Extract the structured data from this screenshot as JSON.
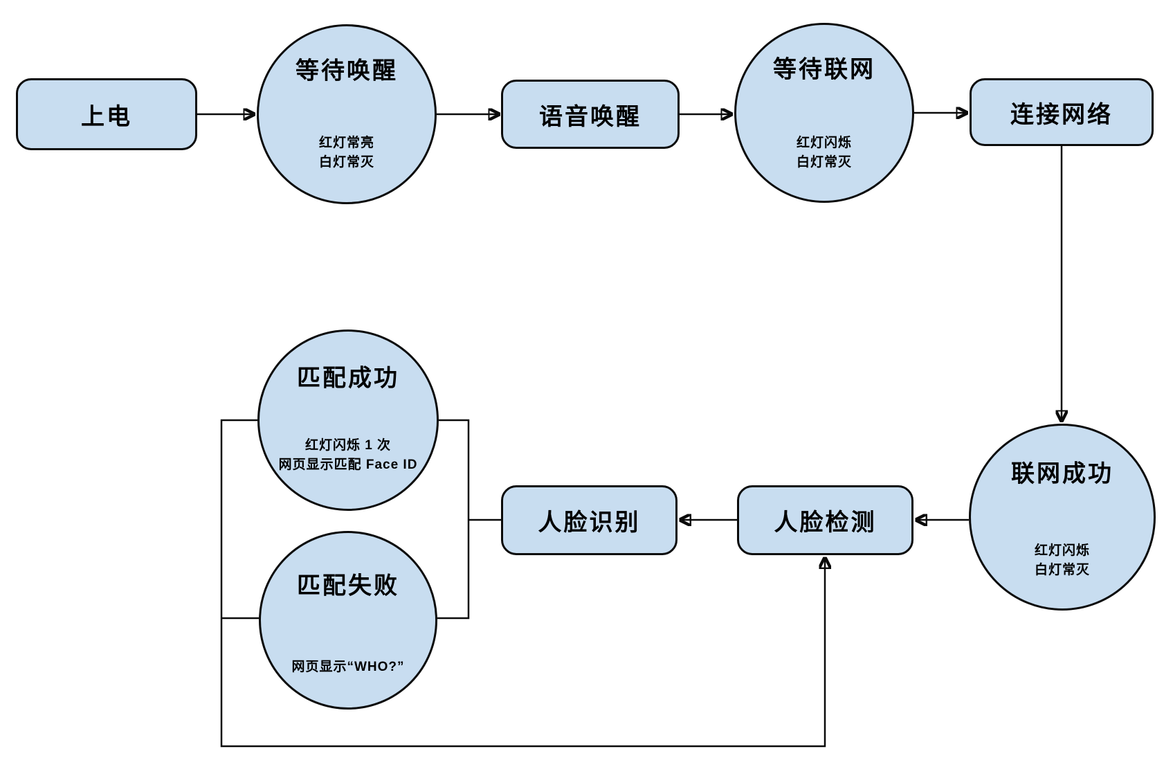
{
  "canvas": {
    "background": "#ffffff",
    "node_fill": "#c8ddf0",
    "node_stroke": "#0a0a0a",
    "connector_color": "#0a0a0a"
  },
  "nodes": {
    "power_on": {
      "shape": "rect",
      "label": "上电"
    },
    "wait_wake": {
      "shape": "ellipse",
      "label": "等待唤醒",
      "note": "红灯常亮\n白灯常灭"
    },
    "voice_wake": {
      "shape": "rect",
      "label": "语音唤醒"
    },
    "wait_network": {
      "shape": "ellipse",
      "label": "等待联网",
      "note": "红灯闪烁\n白灯常灭"
    },
    "connect_network": {
      "shape": "rect",
      "label": "连接网络"
    },
    "network_success": {
      "shape": "ellipse",
      "label": "联网成功",
      "note": "红灯闪烁\n白灯常灭"
    },
    "face_detect": {
      "shape": "rect",
      "label": "人脸检测"
    },
    "face_recognize": {
      "shape": "rect",
      "label": "人脸识别"
    },
    "match_success": {
      "shape": "ellipse",
      "label": "匹配成功",
      "note": "红灯闪烁 1 次\n网页显示匹配 Face ID"
    },
    "match_fail": {
      "shape": "ellipse",
      "label": "匹配失败",
      "note": "网页显示“WHO?”"
    }
  },
  "edges": [
    {
      "from": "power_on",
      "to": "wait_wake",
      "arrow": true
    },
    {
      "from": "wait_wake",
      "to": "voice_wake",
      "arrow": true
    },
    {
      "from": "voice_wake",
      "to": "wait_network",
      "arrow": true
    },
    {
      "from": "wait_network",
      "to": "connect_network",
      "arrow": true
    },
    {
      "from": "connect_network",
      "to": "network_success",
      "arrow": true
    },
    {
      "from": "network_success",
      "to": "face_detect",
      "arrow": true
    },
    {
      "from": "face_detect",
      "to": "face_recognize",
      "arrow": true
    },
    {
      "from": "face_recognize",
      "to": "match_success",
      "arrow": false
    },
    {
      "from": "face_recognize",
      "to": "match_fail",
      "arrow": false
    },
    {
      "from": "match_success",
      "to": "face_detect",
      "arrow": true
    },
    {
      "from": "match_fail",
      "to": "face_detect",
      "arrow": true
    }
  ]
}
